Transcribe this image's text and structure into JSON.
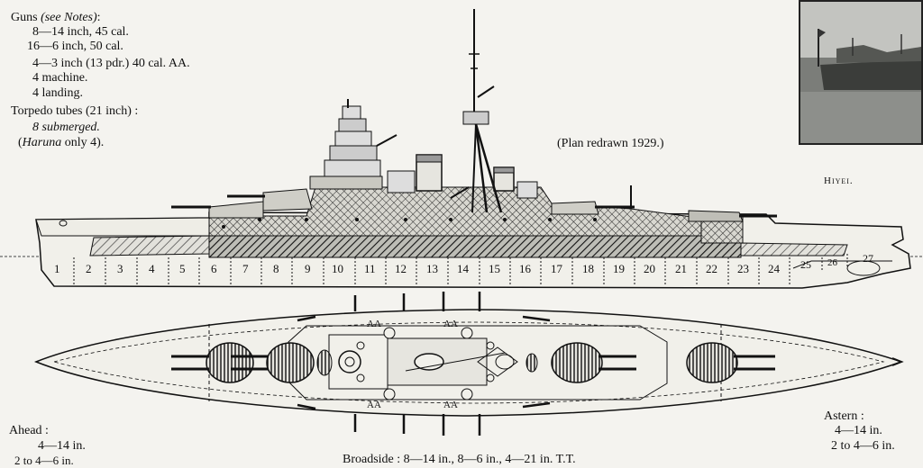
{
  "guns_block": {
    "title": "Guns",
    "title_note": "(see Notes)",
    "title_colon": ":",
    "lines": [
      "8—14 inch, 45 cal.",
      "16—6 inch, 50 cal.",
      "4—3 inch (13 pdr.) 40 cal. AA.",
      "4 machine.",
      "4 landing."
    ]
  },
  "torpedo_block": {
    "title": "Torpedo tubes (21 inch) :",
    "line1": "8 submerged.",
    "line2_name": "Haruna",
    "line2_rest": "only 4)."
  },
  "plan_note": "(Plan redrawn 1929.)",
  "photo_caption": "Hiyei.",
  "frame_numbers": [
    "1",
    "2",
    "3",
    "4",
    "5",
    "6",
    "7",
    "8",
    "9",
    "10",
    "11",
    "12",
    "13",
    "14",
    "15",
    "16",
    "17",
    "18",
    "19",
    "20",
    "21",
    "22",
    "23",
    "24",
    "25",
    "26",
    "27"
  ],
  "aa_labels": [
    "AA",
    "AA",
    "AA",
    "AA"
  ],
  "ahead": {
    "label": "Ahead :",
    "line1": "4—14 in.",
    "line2": "2 to 4—6 in."
  },
  "astern": {
    "label": "Astern :",
    "line1": "4—14 in.",
    "line2": "2 to 4—6 in."
  },
  "broadside": "Broadside :  8—14 in., 8—6 in., 4—21 in. T.T."
}
